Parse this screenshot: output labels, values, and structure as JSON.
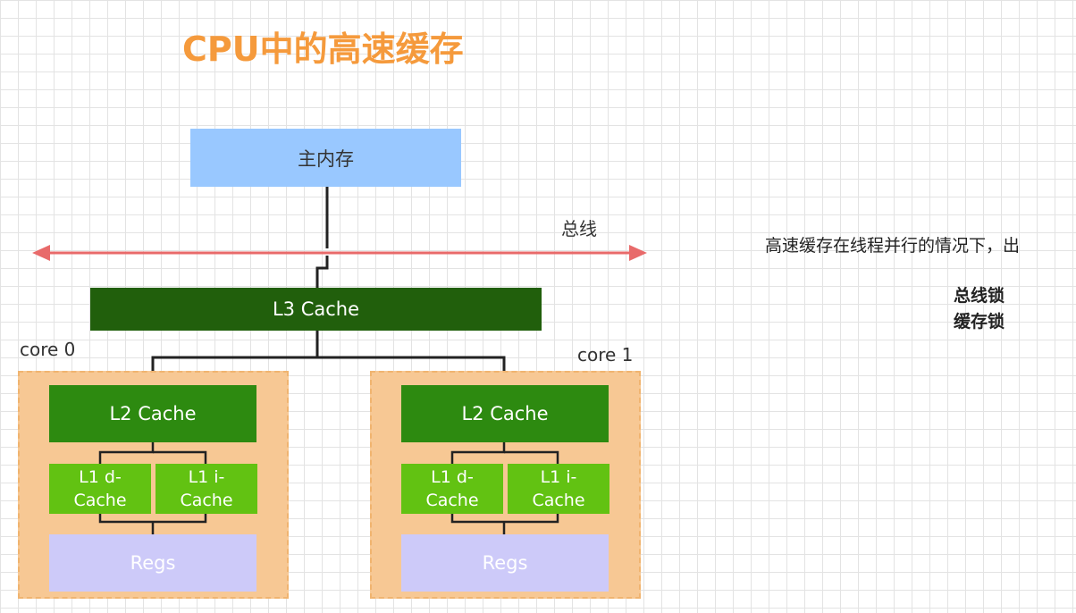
{
  "title": "CPU中的高速缓存",
  "main_memory": "主内存",
  "bus_label": "总线",
  "l3": "L3 Cache",
  "cores": [
    {
      "label": "core 0",
      "l2": "L2 Cache",
      "l1d": [
        "L1 d-",
        "Cache"
      ],
      "l1i": [
        "L1 i-",
        "Cache"
      ],
      "regs": "Regs"
    },
    {
      "label": "core 1",
      "l2": "L2 Cache",
      "l1d": [
        "L1 d-",
        "Cache"
      ],
      "l1i": [
        "L1 i-",
        "Cache"
      ],
      "regs": "Regs"
    }
  ],
  "side_text": "高速缓存在线程并行的情况下，出",
  "locks": [
    "总线锁",
    "缓存锁"
  ],
  "colors": {
    "title": "#f59a3c",
    "main_memory": "#99c8ff",
    "l3": "#215f0c",
    "l2": "#2d8a10",
    "l1": "#62c212",
    "regs": "#cdcaf9",
    "core_bg": "#f7c894",
    "bus_arrow": "#e86a6a"
  }
}
